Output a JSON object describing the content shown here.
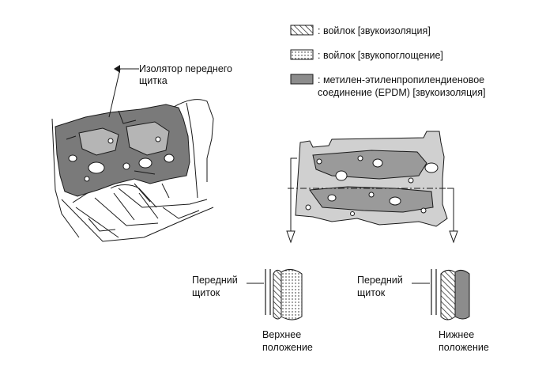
{
  "callout": {
    "line1": "Изолятор переднего",
    "line2": "щитка"
  },
  "legend": {
    "item1": ": войлок [звукоизоляция]",
    "item2": ": войлок [звукопоглощение]",
    "item3_line1": ": метилен-этиленпропилендиеновое",
    "item3_line2": "соединение (EPDM) [звукоизоляция]"
  },
  "upper_section": {
    "label_line1": "Передний",
    "label_line2": "щиток",
    "caption_line1": "Верхнее",
    "caption_line2": "положение"
  },
  "lower_section": {
    "label_line1": "Передний",
    "label_line2": "щиток",
    "caption_line1": "Нижнее",
    "caption_line2": "положение"
  },
  "colors": {
    "epdm_fill": "#8c8c8c",
    "line": "#1a1a1a"
  }
}
